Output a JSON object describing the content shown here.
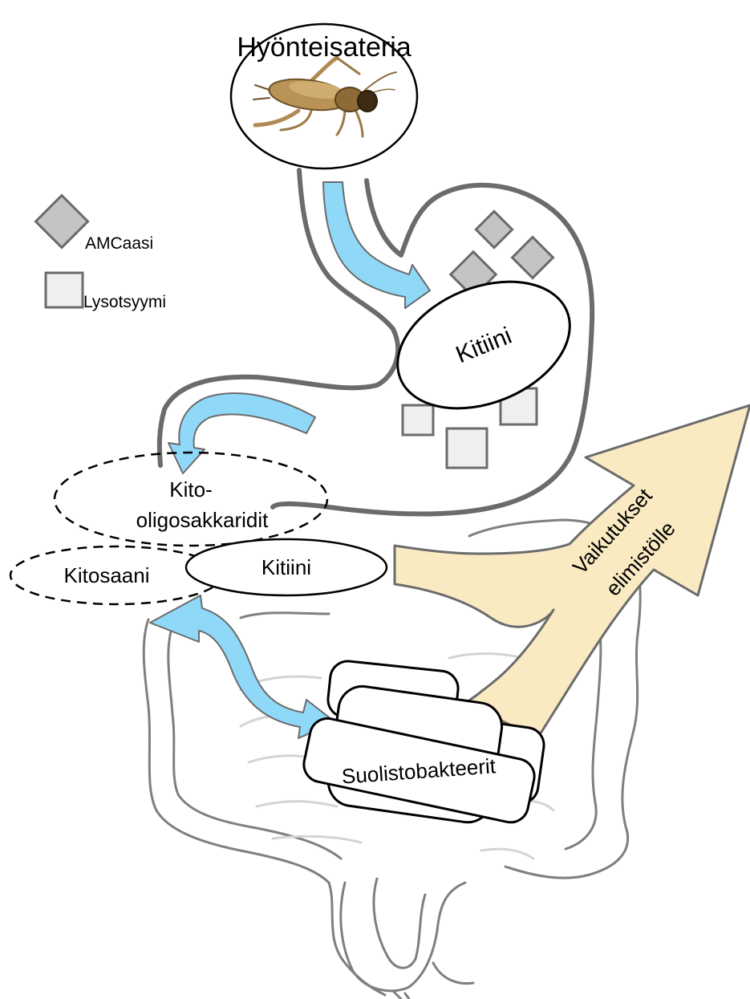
{
  "title": "Hyönteisateria",
  "legend": {
    "amcase": {
      "label": "AMCaasi",
      "icon": "grey-diamond"
    },
    "lysozyme": {
      "label": "Lysotsyymi",
      "icon": "light-grey-square"
    }
  },
  "stomach": {
    "chitin_label": "Kitiini"
  },
  "products": {
    "oligosaccharides_line1": "Kito-",
    "oligosaccharides_line2": "oligosakkaridit",
    "chitosan": "Kitosaani",
    "chitin": "Kitiini"
  },
  "bacteria_label": "Suolistobakteerit",
  "effects_label_line1": "Vaikutukset",
  "effects_label_line2": "elimistölle",
  "colors": {
    "flow_arrow": "#8fd8f8",
    "effect_arrow": "#f9eac2",
    "outline": "#6b6b6b",
    "intestine": "#7f7f7f",
    "amcase_fill": "#c4c4c4",
    "lysozyme_fill": "#efefef"
  }
}
